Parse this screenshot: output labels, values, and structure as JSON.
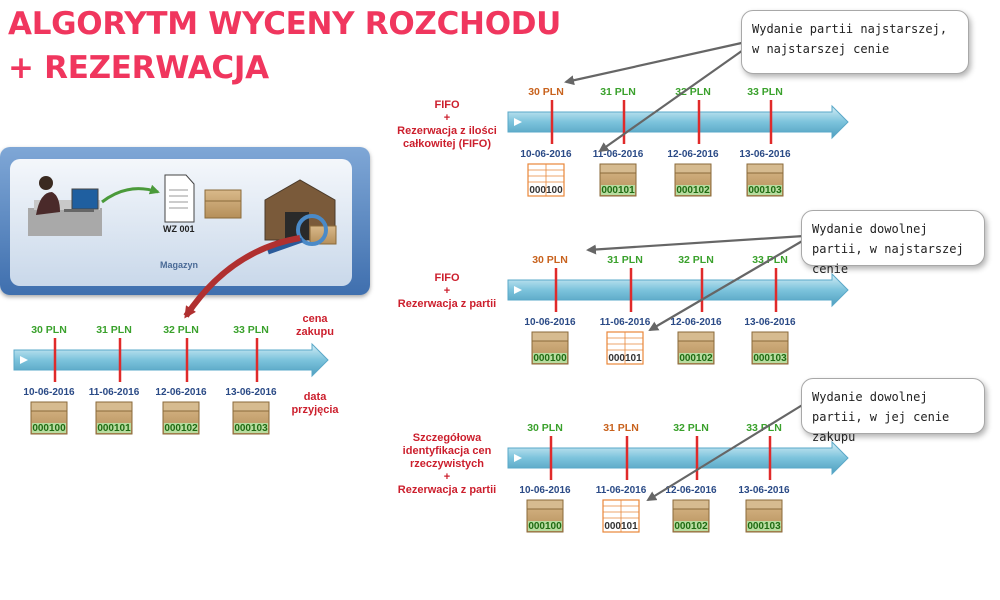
{
  "title": {
    "line1": "ALGORYTM WYCENY ROZCHODU",
    "line2": "+ REZERWACJA"
  },
  "illustration": {
    "document_label": "WZ 001",
    "warehouse_label": "Magazyn"
  },
  "base_timeline": {
    "prices": [
      "30 PLN",
      "31 PLN",
      "32 PLN",
      "33 PLN"
    ],
    "dates": [
      "10-06-2016",
      "11-06-2016",
      "12-06-2016",
      "13-06-2016"
    ],
    "batches": [
      "000100",
      "000101",
      "000102",
      "000103"
    ],
    "price_caption": "cena\nzakupu",
    "date_caption": "data\nprzyjęcia"
  },
  "scenarios": [
    {
      "label": "FIFO\n+\nRezerwacja z ilości\ncałkowitej (FIFO)",
      "prices": [
        "30 PLN",
        "31 PLN",
        "32 PLN",
        "33 PLN"
      ],
      "dates": [
        "10-06-2016",
        "11-06-2016",
        "12-06-2016",
        "13-06-2016"
      ],
      "batches": [
        "000100",
        "000101",
        "000102",
        "000103"
      ],
      "reserved_batch_index": 0,
      "price_color_index": 0,
      "callout": "Wydanie partii najstarszej, w najstarszej cenie"
    },
    {
      "label": "FIFO\n+\nRezerwacja z partii",
      "prices": [
        "30 PLN",
        "31 PLN",
        "32 PLN",
        "33 PLN"
      ],
      "dates": [
        "10-06-2016",
        "11-06-2016",
        "12-06-2016",
        "13-06-2016"
      ],
      "batches": [
        "000100",
        "000101",
        "000102",
        "000103"
      ],
      "reserved_batch_index": 1,
      "price_color_index": 0,
      "callout": "Wydanie dowolnej partii, w najstarszej cenie"
    },
    {
      "label": "Szczegółowa\nidentyfikacja cen\nrzeczywistych\n+\nRezerwacja z partii",
      "prices": [
        "30 PLN",
        "31 PLN",
        "32 PLN",
        "33 PLN"
      ],
      "dates": [
        "10-06-2016",
        "11-06-2016",
        "12-06-2016",
        "13-06-2016"
      ],
      "batches": [
        "000100",
        "000101",
        "000102",
        "000103"
      ],
      "reserved_batch_index": 1,
      "price_color_index": 1,
      "callout": "Wydanie dowolnej partii, w jej cenie zakupu"
    }
  ],
  "colors": {
    "title": "#f0365e",
    "price_green": "#3aa12c",
    "price_highlight": "#c8621d",
    "date_blue": "#2a4a86",
    "label_red": "#cc1f2d",
    "arrow_blue": "#7cc3dc",
    "tick_red": "#e02a2a",
    "box_tan": "#c9a46f",
    "batch_green": "#1f6b12",
    "reserved_orange": "#e8873a"
  }
}
